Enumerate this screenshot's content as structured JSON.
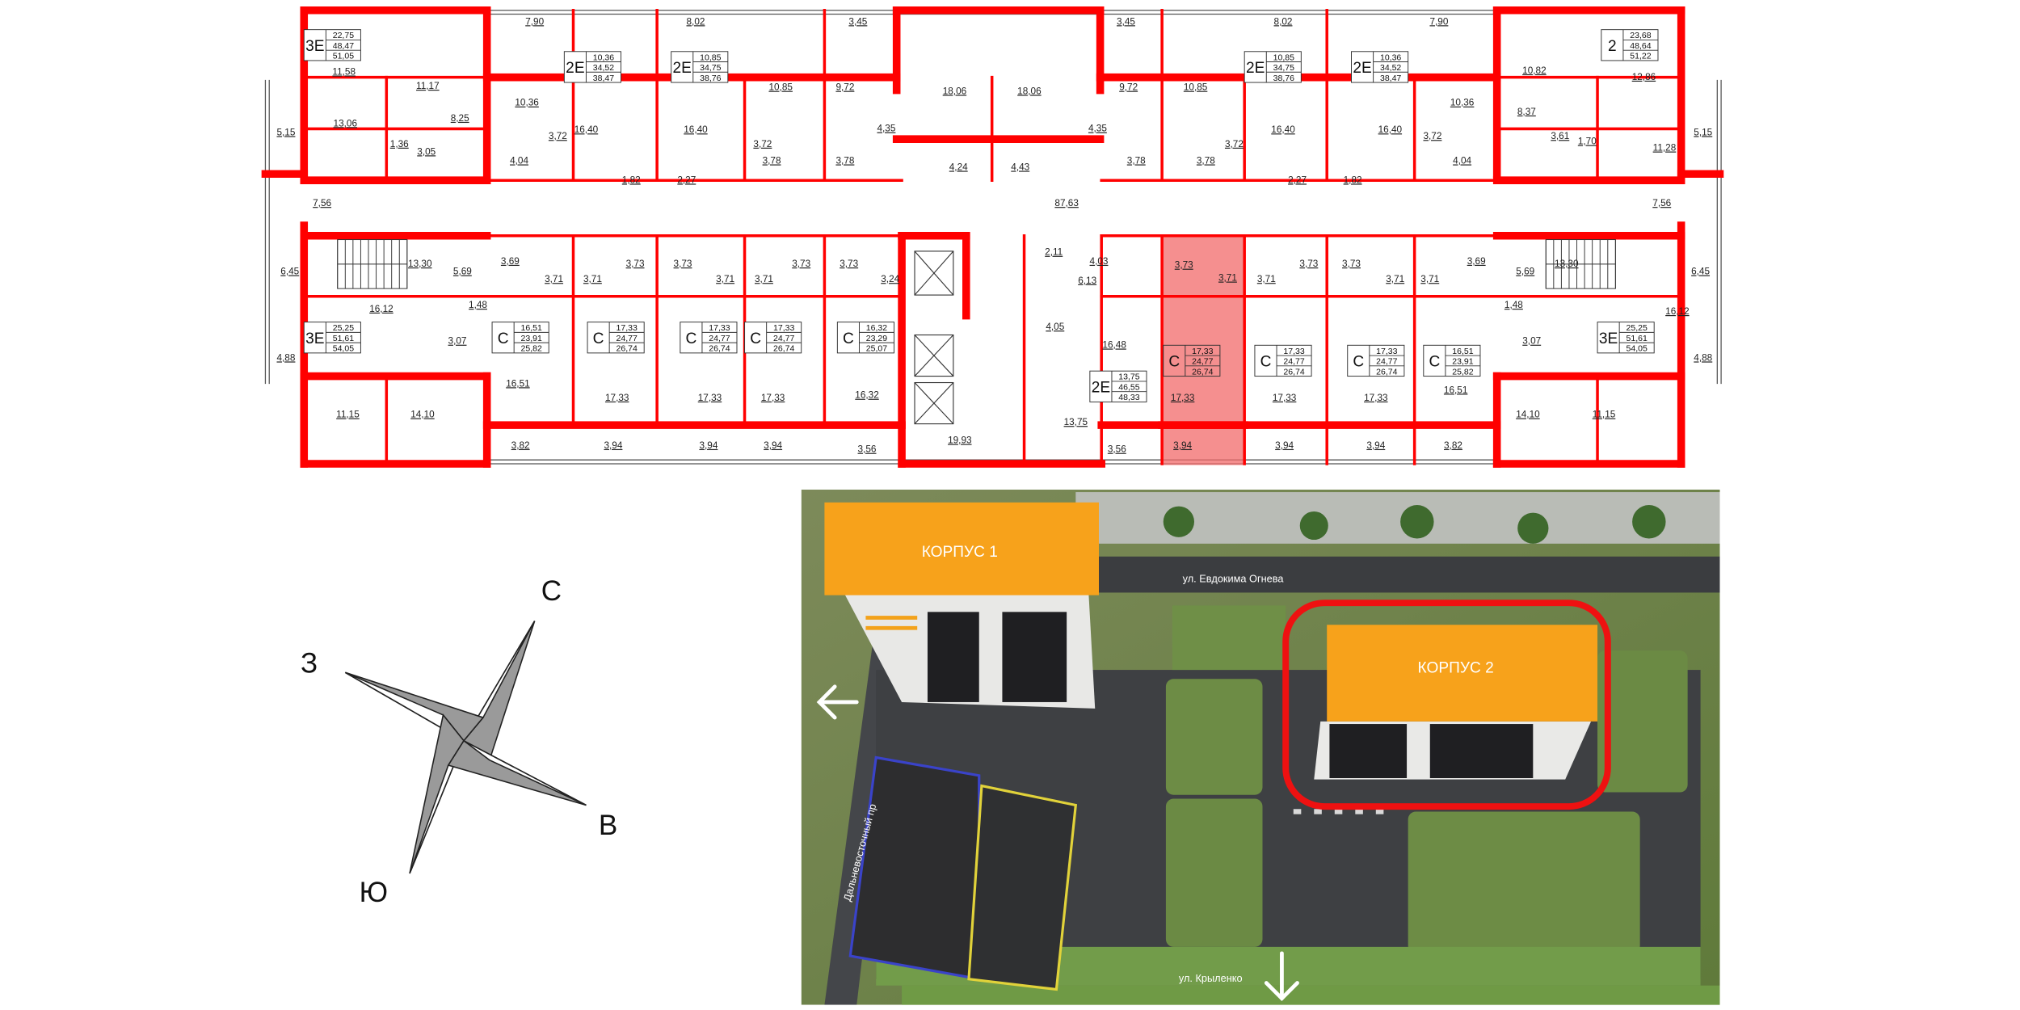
{
  "colors": {
    "wall": "#ff0000",
    "highlight": "#f26a6a",
    "building": "#f7a21b",
    "selection_ring": "#ee1111"
  },
  "plan": {
    "room_areas": [
      "11,58",
      "11,17",
      "13,06",
      "5,15",
      "8,25",
      "1,36",
      "3,05",
      "10,36",
      "7,90",
      "3,72",
      "4,04",
      "16,40",
      "8,02",
      "16,40",
      "3,45",
      "10,85",
      "9,72",
      "4,35",
      "3,72",
      "3,78",
      "3,78",
      "1,82",
      "2,27",
      "18,06",
      "18,06",
      "4,24",
      "4,43",
      "87,63",
      "7,56",
      "3,45",
      "9,72",
      "4,35",
      "8,02",
      "10,85",
      "3,78",
      "3,78",
      "3,72",
      "16,40",
      "7,90",
      "16,40",
      "10,36",
      "3,72",
      "4,04",
      "2,27",
      "1,82",
      "10,82",
      "8,37",
      "12,86",
      "3,61",
      "1,70",
      "11,28",
      "5,15",
      "7,56",
      "13,30",
      "6,45",
      "5,69",
      "3,69",
      "3,71",
      "3,71",
      "3,73",
      "3,73",
      "3,71",
      "3,71",
      "3,73",
      "3,73",
      "3,24",
      "2,11",
      "6,13",
      "4,03",
      "3,73",
      "3,71",
      "3,71",
      "3,73",
      "3,73",
      "3,71",
      "3,71",
      "3,69",
      "5,69",
      "13,30",
      "6,45",
      "16,12",
      "1,48",
      "3,07",
      "4,88",
      "11,15",
      "14,10",
      "16,51",
      "17,33",
      "17,33",
      "17,33",
      "16,32",
      "3,82",
      "3,94",
      "3,94",
      "3,94",
      "3,56",
      "19,93",
      "4,05",
      "16,48",
      "13,75",
      "17,33",
      "17,33",
      "17,33",
      "16,51",
      "3,56",
      "3,94",
      "3,94",
      "3,94",
      "3,82",
      "1,48",
      "3,07",
      "16,12",
      "4,88",
      "14,10",
      "11,15"
    ],
    "apartments": [
      {
        "type": "3Е",
        "living": "22,75",
        "total": "48,47",
        "total_balcony": "51,05",
        "selected": false
      },
      {
        "type": "2Е",
        "living": "10,36",
        "total": "34,52",
        "total_balcony": "38,47",
        "selected": false
      },
      {
        "type": "2Е",
        "living": "10,85",
        "total": "34,75",
        "total_balcony": "38,76",
        "selected": false
      },
      {
        "type": "2Е",
        "living": "10,85",
        "total": "34,75",
        "total_balcony": "38,76",
        "selected": false
      },
      {
        "type": "2Е",
        "living": "10,36",
        "total": "34,52",
        "total_balcony": "38,47",
        "selected": false
      },
      {
        "type": "2",
        "living": "23,68",
        "total": "48,64",
        "total_balcony": "51,22",
        "selected": false
      },
      {
        "type": "3Е",
        "living": "25,25",
        "total": "51,61",
        "total_balcony": "54,05",
        "selected": false
      },
      {
        "type": "С",
        "living": "16,51",
        "total": "23,91",
        "total_balcony": "25,82",
        "selected": false
      },
      {
        "type": "С",
        "living": "17,33",
        "total": "24,77",
        "total_balcony": "26,74",
        "selected": false
      },
      {
        "type": "С",
        "living": "17,33",
        "total": "24,77",
        "total_balcony": "26,74",
        "selected": false
      },
      {
        "type": "С",
        "living": "17,33",
        "total": "24,77",
        "total_balcony": "26,74",
        "selected": false
      },
      {
        "type": "С",
        "living": "16,32",
        "total": "23,29",
        "total_balcony": "25,07",
        "selected": false
      },
      {
        "type": "2Е",
        "living": "13,75",
        "total": "46,55",
        "total_balcony": "48,33",
        "selected": false
      },
      {
        "type": "С",
        "living": "17,33",
        "total": "24,77",
        "total_balcony": "26,74",
        "selected": true
      },
      {
        "type": "С",
        "living": "17,33",
        "total": "24,77",
        "total_balcony": "26,74",
        "selected": false
      },
      {
        "type": "С",
        "living": "17,33",
        "total": "24,77",
        "total_balcony": "26,74",
        "selected": false
      },
      {
        "type": "С",
        "living": "16,51",
        "total": "23,91",
        "total_balcony": "25,82",
        "selected": false
      },
      {
        "type": "3Е",
        "living": "25,25",
        "total": "51,61",
        "total_balcony": "54,05",
        "selected": false
      }
    ]
  },
  "compass": {
    "north": "С",
    "west": "З",
    "east": "В",
    "south": "Ю"
  },
  "site_map": {
    "building_1": "КОРПУС 1",
    "building_2": "КОРПУС 2",
    "selected_building": "КОРПУС 2",
    "streets": {
      "top": "ул. Евдокима Огнева",
      "left": "Дальневосточный пр",
      "bottom": "ул. Крыленко"
    },
    "arrow_icons": [
      "arrow-left-icon",
      "arrow-down-icon"
    ]
  }
}
